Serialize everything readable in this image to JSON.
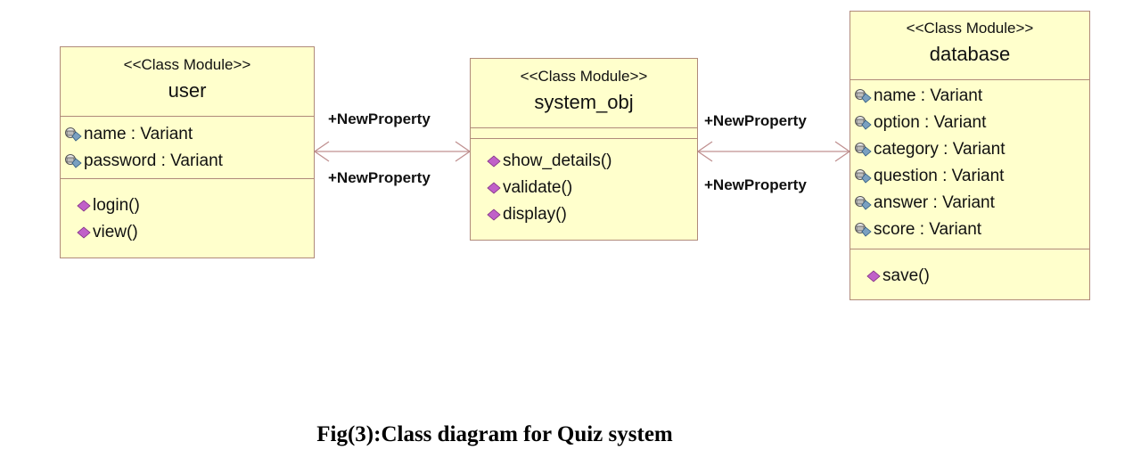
{
  "classes": {
    "user": {
      "stereotype": "<<Class Module>>",
      "name": "user",
      "attributes": [
        "name : Variant",
        "password : Variant"
      ],
      "methods": [
        "login()",
        "view()"
      ]
    },
    "system_obj": {
      "stereotype": "<<Class Module>>",
      "name": "system_obj",
      "attributes": [],
      "methods": [
        "show_details()",
        "validate()",
        "display()"
      ]
    },
    "database": {
      "stereotype": "<<Class Module>>",
      "name": "database",
      "attributes": [
        "name : Variant",
        "option : Variant",
        "category : Variant",
        "question : Variant",
        "answer : Variant",
        "score : Variant"
      ],
      "methods": [
        "save()"
      ]
    }
  },
  "associations": {
    "user_system_top": "+NewProperty",
    "user_system_bottom": "+NewProperty",
    "system_database_top": "+NewProperty",
    "system_database_bottom": "+NewProperty"
  },
  "caption": "Fig(3):Class diagram for Quiz system",
  "colors": {
    "class_fill": "#ffffcc",
    "class_border": "#b08a7a",
    "method_icon": "#c060c8",
    "attribute_icon": "#7aa0c0"
  },
  "icons": {
    "attribute": "attribute-icon",
    "method": "method-icon"
  }
}
